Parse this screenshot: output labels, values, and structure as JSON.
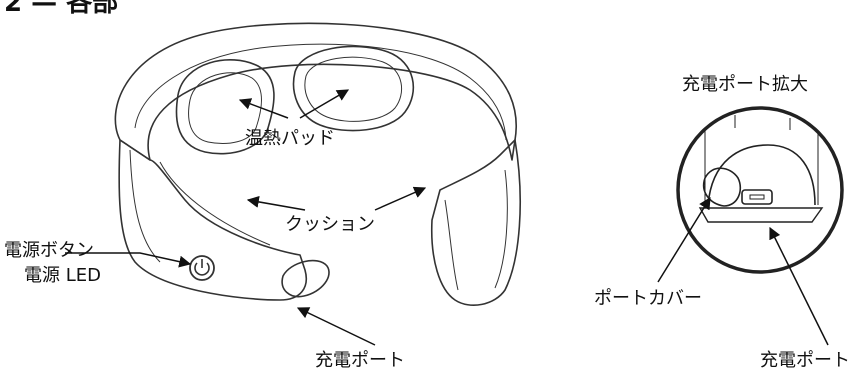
{
  "header": {
    "title": "2 — 各部"
  },
  "labels": {
    "heat_pad": "温熱パッド",
    "cushion": "クッション",
    "power_button": "電源ボタン",
    "power_led": "電源 LED",
    "charge_port": "充電ポート",
    "zoom_title": "充電ポート拡大",
    "port_cover": "ポートカバー",
    "zoom_charge_port": "充電ポート"
  }
}
